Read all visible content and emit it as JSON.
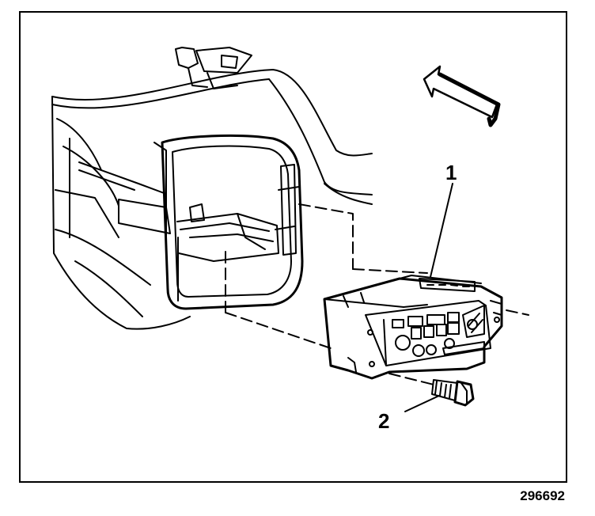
{
  "figure": {
    "callouts": [
      {
        "id": "1",
        "label": "1"
      },
      {
        "id": "2",
        "label": "2"
      }
    ],
    "figure_number": "296692"
  }
}
